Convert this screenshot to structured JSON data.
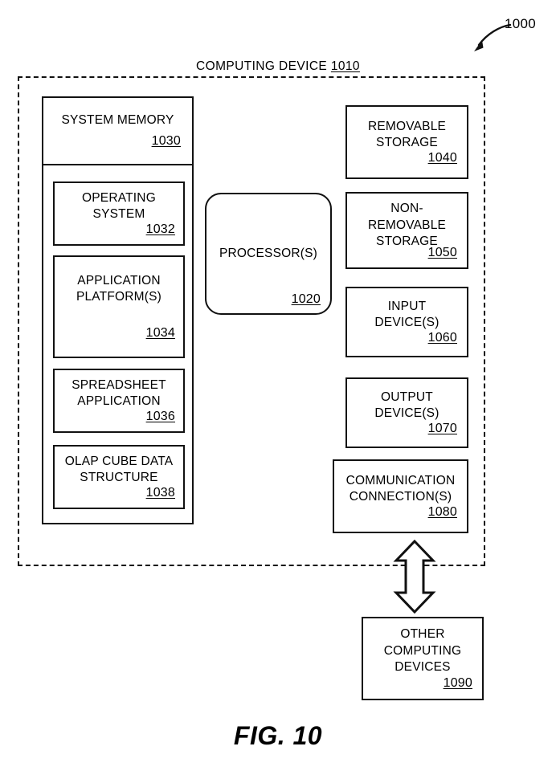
{
  "figure": {
    "caption": "FIG. 10",
    "callout_ref": "1000"
  },
  "device": {
    "title_text": "COMPUTING DEVICE",
    "title_ref": "1010"
  },
  "system_memory": {
    "label": "SYSTEM MEMORY",
    "ref": "1030",
    "modules": [
      {
        "label": "OPERATING\nSYSTEM",
        "ref": "1032"
      },
      {
        "label": "APPLICATION\nPLATFORM(S)",
        "ref": "1034"
      },
      {
        "label": "SPREADSHEET\nAPPLICATION",
        "ref": "1036"
      },
      {
        "label": "OLAP CUBE DATA\nSTRUCTURE",
        "ref": "1038"
      }
    ]
  },
  "processor": {
    "label": "PROCESSOR(S)",
    "ref": "1020"
  },
  "peripherals": [
    {
      "label": "REMOVABLE\nSTORAGE",
      "ref": "1040"
    },
    {
      "label": "NON-\nREMOVABLE\nSTORAGE",
      "ref": "1050"
    },
    {
      "label": "INPUT\nDEVICE(S)",
      "ref": "1060"
    },
    {
      "label": "OUTPUT\nDEVICE(S)",
      "ref": "1070"
    },
    {
      "label": "COMMUNICATION\nCONNECTION(S)",
      "ref": "1080"
    }
  ],
  "external": {
    "label": "OTHER\nCOMPUTING\nDEVICES",
    "ref": "1090"
  },
  "colors": {
    "stroke": "#111111",
    "background": "#ffffff"
  }
}
